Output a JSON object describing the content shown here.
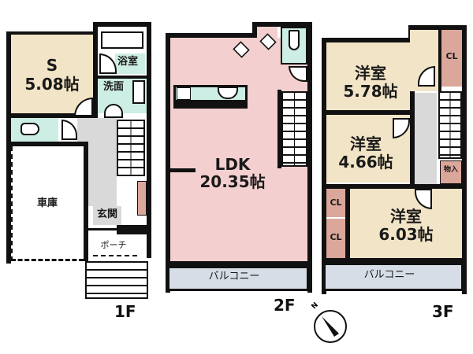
{
  "floors": [
    {
      "label": "1F",
      "rooms": [
        {
          "id": "s-room",
          "name": "S",
          "size": "5.08帖"
        },
        {
          "id": "bath",
          "name": "浴室"
        },
        {
          "id": "washroom",
          "name": "洗面"
        },
        {
          "id": "garage",
          "name": "車庫"
        },
        {
          "id": "entrance",
          "name": "玄関"
        },
        {
          "id": "porch",
          "name": "ポーチ"
        }
      ]
    },
    {
      "label": "2F",
      "rooms": [
        {
          "id": "ldk",
          "name": "LDK",
          "size": "20.35帖"
        },
        {
          "id": "balcony-2f",
          "name": "バルコニー"
        }
      ]
    },
    {
      "label": "3F",
      "rooms": [
        {
          "id": "western-1",
          "name": "洋室",
          "size": "5.78帖"
        },
        {
          "id": "western-2",
          "name": "洋室",
          "size": "4.66帖"
        },
        {
          "id": "western-3",
          "name": "洋室",
          "size": "6.03帖"
        },
        {
          "id": "closet-1",
          "name": "CL"
        },
        {
          "id": "closet-2",
          "name": "CL"
        },
        {
          "id": "closet-3",
          "name": "CL"
        },
        {
          "id": "storage",
          "name": "物入"
        },
        {
          "id": "balcony-3f",
          "name": "バルコニー"
        }
      ]
    }
  ],
  "compass": {
    "label": "N"
  },
  "colors": {
    "bedroom": "#f2e4c6",
    "ldk": "#f4cfcf",
    "wet": "#cdeee4",
    "hall": "#d9d9d9",
    "closet": "#dba79a",
    "balcony": "#d6dde6",
    "wall": "#111111"
  }
}
